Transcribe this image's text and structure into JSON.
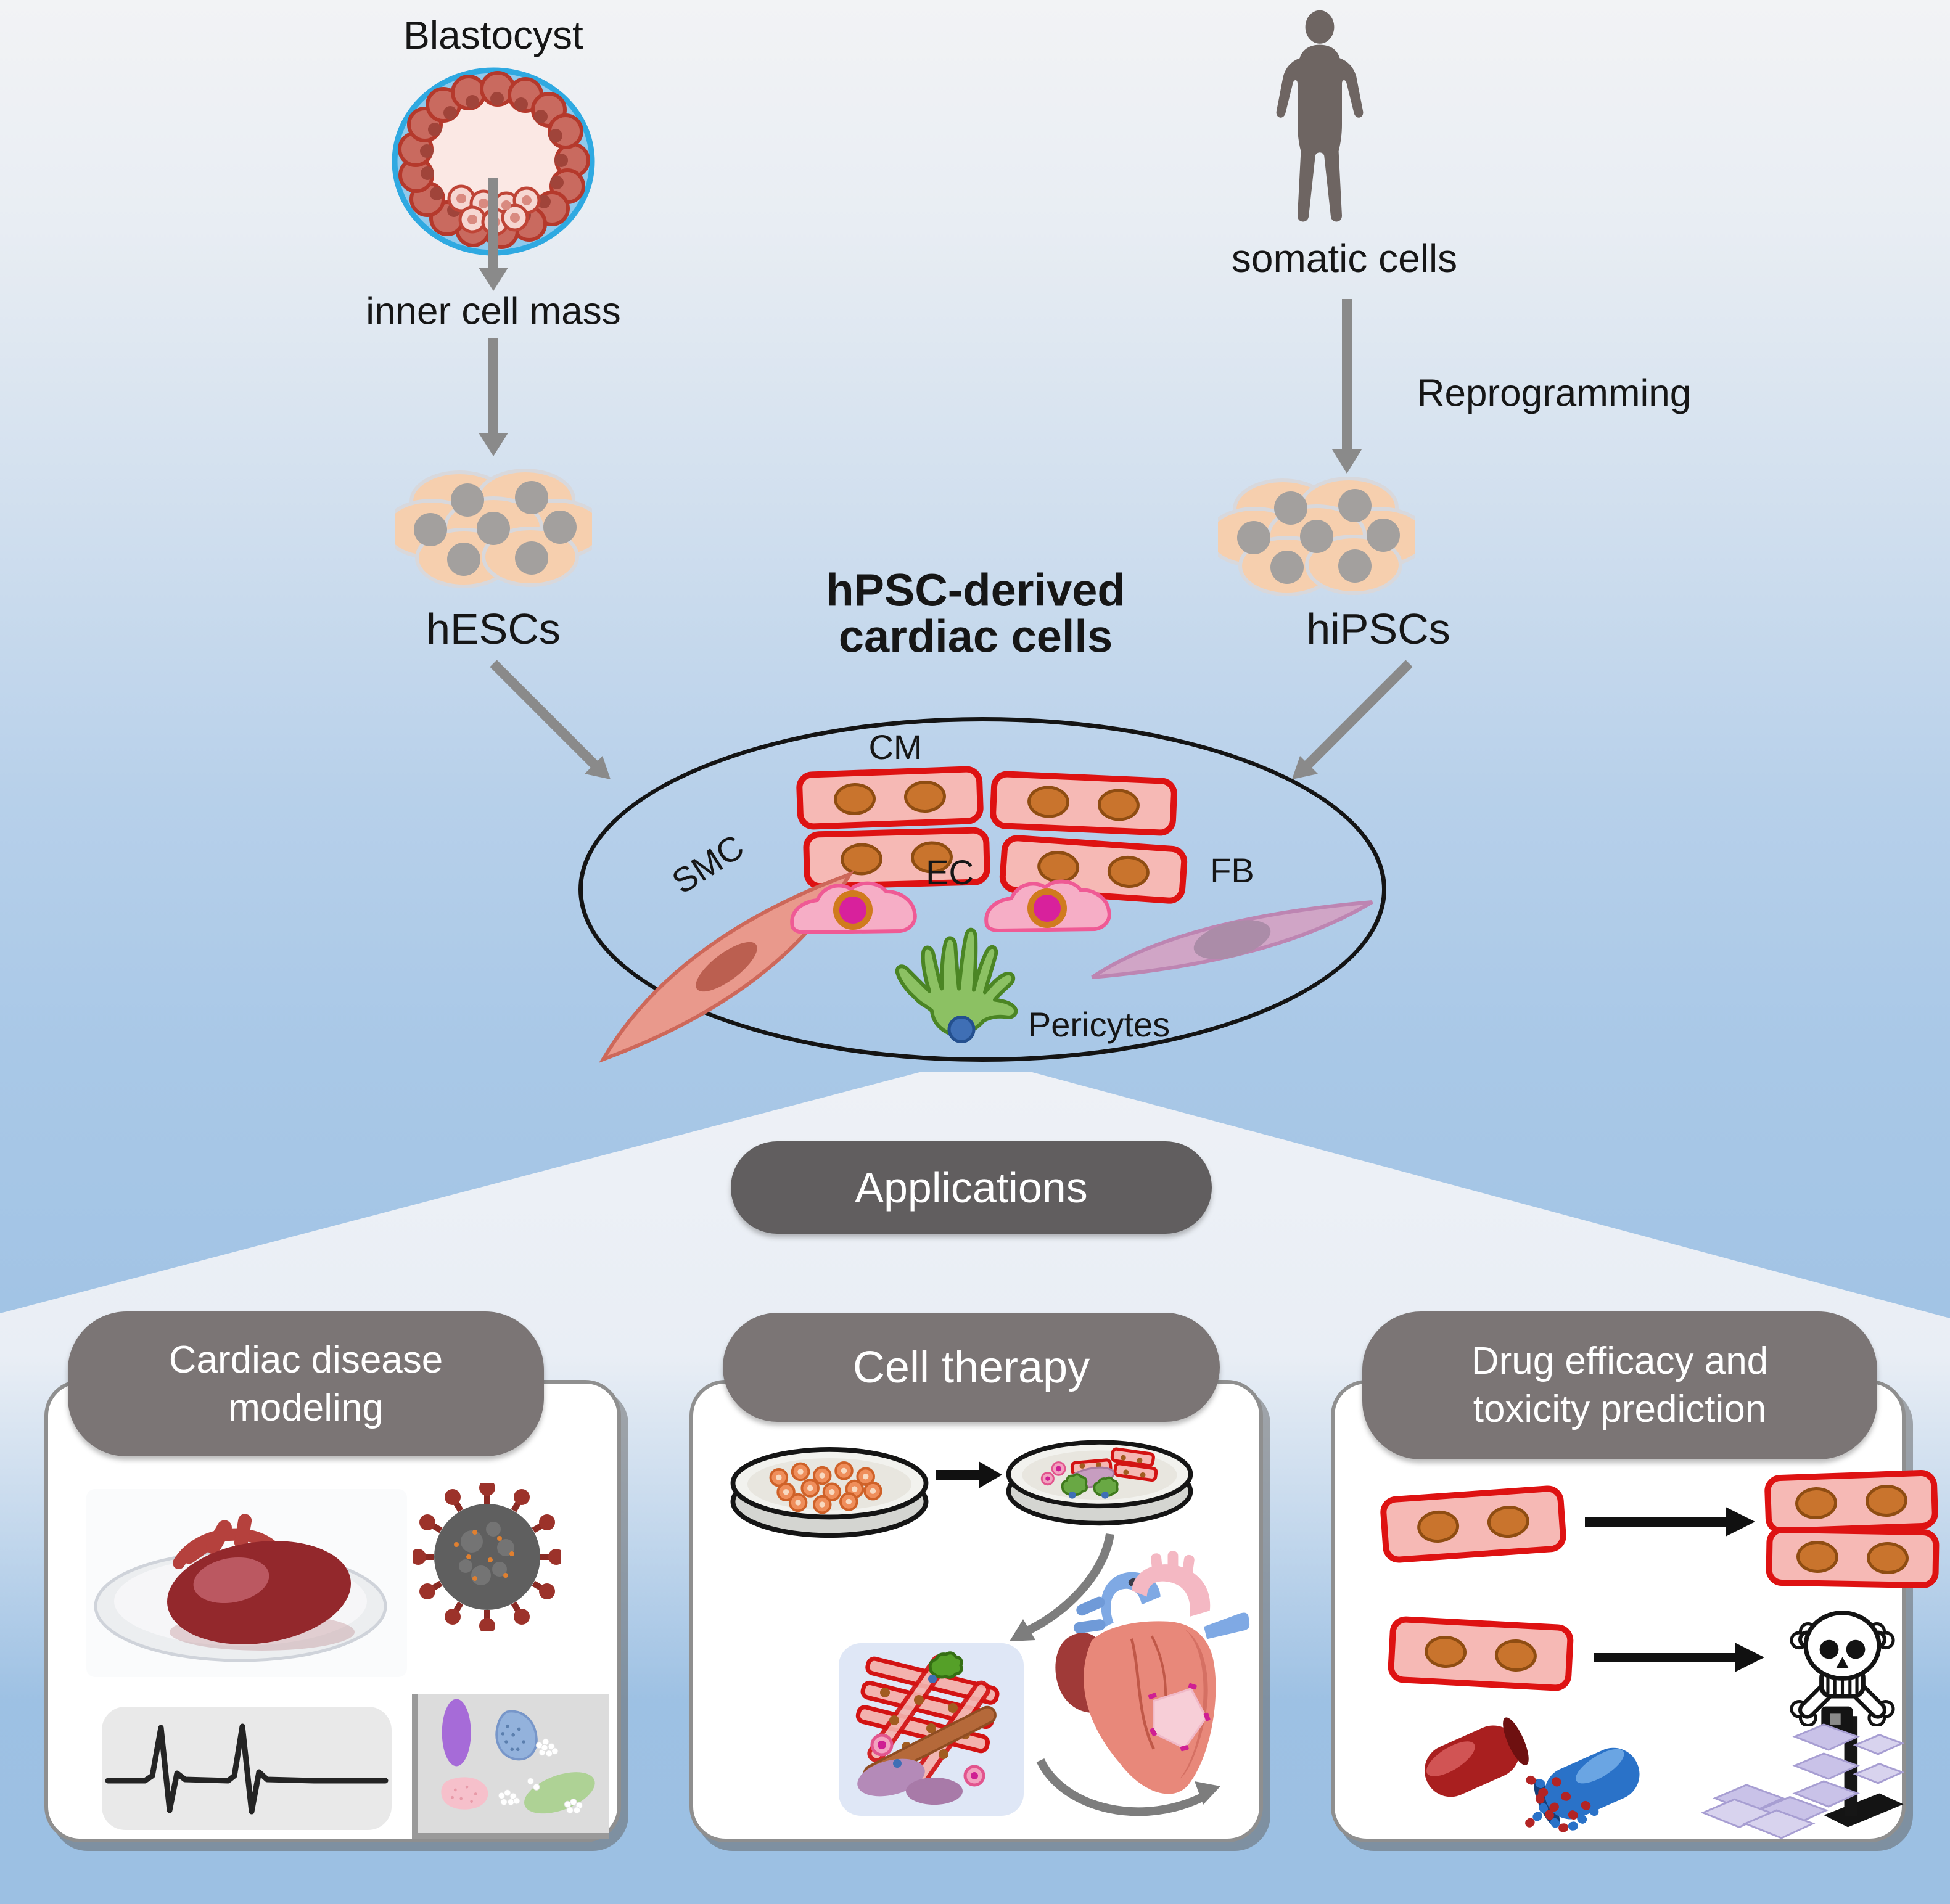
{
  "figure": {
    "left_pathway": {
      "source": "Blastocyst",
      "intermediate": "inner cell mass",
      "result": "hESCs"
    },
    "right_pathway": {
      "source": "somatic cells",
      "process": "Reprogramming",
      "result": "hiPSCs"
    },
    "center": {
      "title_line1": "hPSC-derived",
      "title_line2": "cardiac cells",
      "cells": {
        "cm": "CM",
        "smc": "SMC",
        "ec": "EC",
        "fb": "FB",
        "pericytes": "Pericytes"
      }
    },
    "applications": {
      "header": "Applications",
      "panels": [
        {
          "id": "cardiac-disease-modeling",
          "title_line1": "Cardiac disease",
          "title_line2": "modeling"
        },
        {
          "id": "cell-therapy",
          "title_line1": "Cell therapy"
        },
        {
          "id": "drug-screening",
          "title_line1": "Drug efficacy and",
          "title_line2": "toxicity prediction"
        }
      ]
    },
    "illustrations": [
      "blastocyst",
      "human-silhouette",
      "stem-cell-colony",
      "cardiomyocytes",
      "smooth-muscle-cell",
      "endothelial-cells",
      "fibroblast",
      "pericyte",
      "heart-in-petri-dish",
      "coronavirus",
      "ecg-trace",
      "flow-cytometry-plot",
      "petri-dish-stem-cells",
      "petri-dish-cardiac-cells",
      "engineered-tissue-patch",
      "anatomical-heart",
      "skull-and-crossbones",
      "drug-capsule",
      "screening-robot"
    ],
    "colors": {
      "background_top": "#f2f3f5",
      "background_blue": "#9cc0e3",
      "funnel_light": "#eef1f6",
      "arrow_gray": "#8a8a8a",
      "arrow_black": "#111111",
      "applications_pill": "#615e5f",
      "panel_pill": "#7b7575",
      "panel_border": "#8f8f8f",
      "cm_outline_red": "#de1212",
      "cm_fill": "#f6b9b5",
      "ec_pink": "#ef5a95",
      "smc_fill": "#e9998c",
      "fb_fill": "#d0a5c6",
      "pericyte_green": "#8cc163",
      "pericyte_nucleus_blue": "#3f6fb5",
      "blastocyst_ring_blue": "#2fa9e1",
      "colony_cell_fill": "#f6cfae"
    }
  }
}
